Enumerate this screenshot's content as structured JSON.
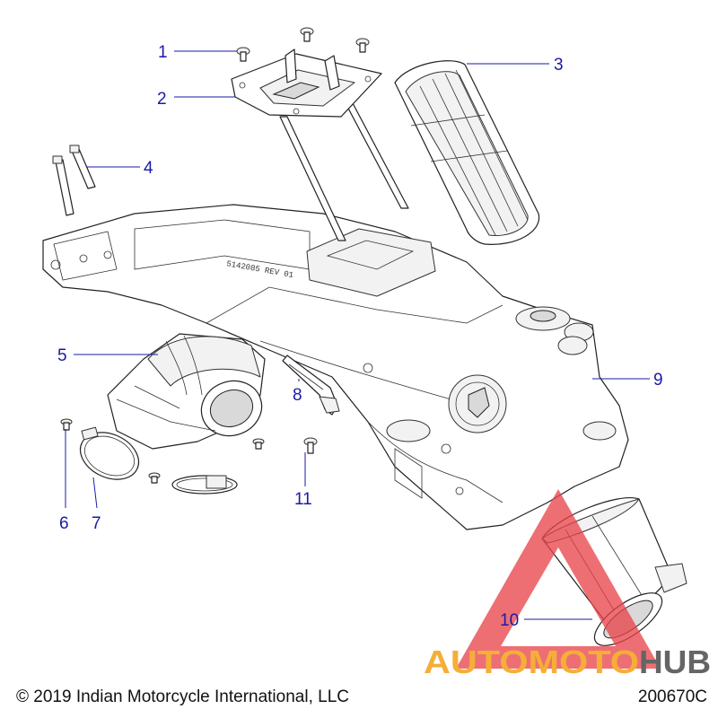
{
  "callouts": [
    "1",
    "2",
    "3",
    "4",
    "5",
    "6",
    "7",
    "8",
    "9",
    "10",
    "11"
  ],
  "frame_stamp": "5142085  REV  01",
  "footer": {
    "copyright": "© 2019 Indian Motorcycle International, LLC",
    "drawing_number": "200670C"
  },
  "watermark": {
    "word_a": "AUTOMOTO",
    "word_b": "HUB",
    "color_primary": "#e8434a",
    "color_secondary": "#f5a623",
    "color_dark": "#555555"
  },
  "colors": {
    "callout": "#1a1aa6",
    "line": "#222222"
  }
}
